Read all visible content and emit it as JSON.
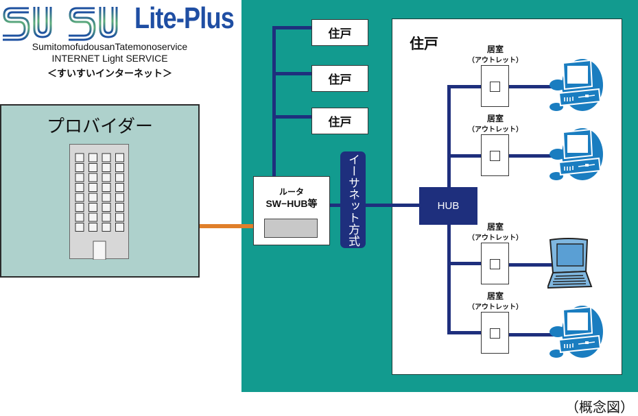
{
  "logo": {
    "mark_text": "SUI SUI",
    "title": "Lite-Plus",
    "company": "SumitomofudousanTatemonoservice",
    "service": "INTERNET Light SERVICE",
    "tagline": "＜すいすいインターネット＞",
    "brand_color": "#1f4ea3"
  },
  "provider": {
    "label": "プロバイダー",
    "icon": "office-building-icon",
    "building_windows": {
      "columns": 4,
      "rows": 8
    }
  },
  "building_units": [
    {
      "label": "住戸"
    },
    {
      "label": "住戸"
    },
    {
      "label": "住戸"
    }
  ],
  "router": {
    "line1": "ルータ",
    "line2": "SW−HUB等"
  },
  "ethernet": {
    "label": "イーサネット方式"
  },
  "dwelling": {
    "title": "住戸",
    "hub_label": "HUB",
    "rooms": [
      {
        "room": "居室",
        "outlet": "（アウトレット）",
        "device": "desktop-computer-icon"
      },
      {
        "room": "居室",
        "outlet": "（アウトレット）",
        "device": "desktop-computer-icon"
      },
      {
        "room": "居室",
        "outlet": "（アウトレット）",
        "device": "laptop-computer-icon"
      },
      {
        "room": "居室",
        "outlet": "（アウトレット）",
        "device": "desktop-computer-icon"
      }
    ]
  },
  "caption": "（概念図）",
  "colors": {
    "panel_teal": "#129b8f",
    "provider_bg": "#aed1cc",
    "line_navy": "#1e2f7d",
    "uplink_orange": "#e07f2a",
    "device_blue": "#1a7dc0",
    "laptop_blue": "#7fb7e0"
  }
}
